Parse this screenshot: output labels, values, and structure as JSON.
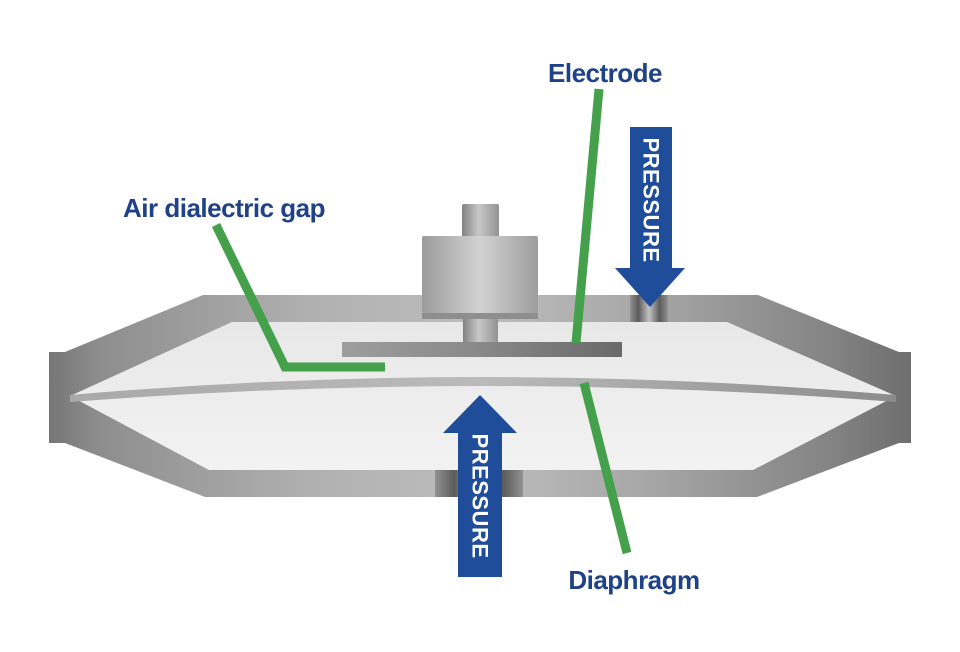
{
  "figure": {
    "kind": "pressure-sensor-cross-section-diagram"
  },
  "labels": {
    "electrode": "Electrode",
    "air_gap": "Air dialectric gap",
    "diaphragm": "Diaphragm"
  },
  "arrows": {
    "top": {
      "label": "PRESSURE",
      "direction": "down"
    },
    "bottom": {
      "label": "PRESSURE",
      "direction": "up"
    }
  },
  "colors": {
    "label-blue": "#1e4187",
    "arrow-blue": "#1f4d99",
    "pointer-green": "#44a04a",
    "arrow-text": "#ffffff",
    "bg": "#ffffff"
  }
}
